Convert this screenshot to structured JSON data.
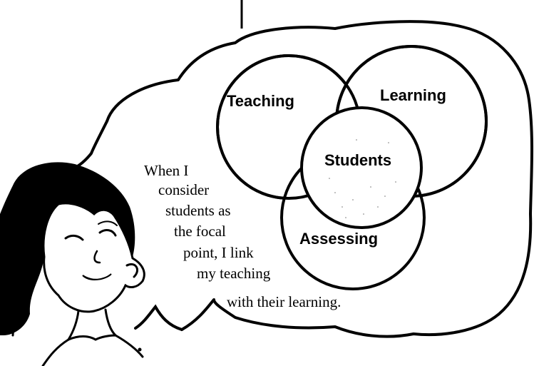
{
  "diagram": {
    "circles": {
      "teaching": "Teaching",
      "learning": "Learning",
      "students": "Students",
      "assessing": "Assessing"
    }
  },
  "speech_bubble": {
    "lines": [
      "When I",
      "consider",
      "students as",
      "the focal",
      "point,  I link",
      "my teaching",
      "with their learning."
    ]
  },
  "colors": {
    "ink": "#000000",
    "paper": "#ffffff"
  },
  "illustration": {
    "character": "woman-with-dark-hair"
  }
}
